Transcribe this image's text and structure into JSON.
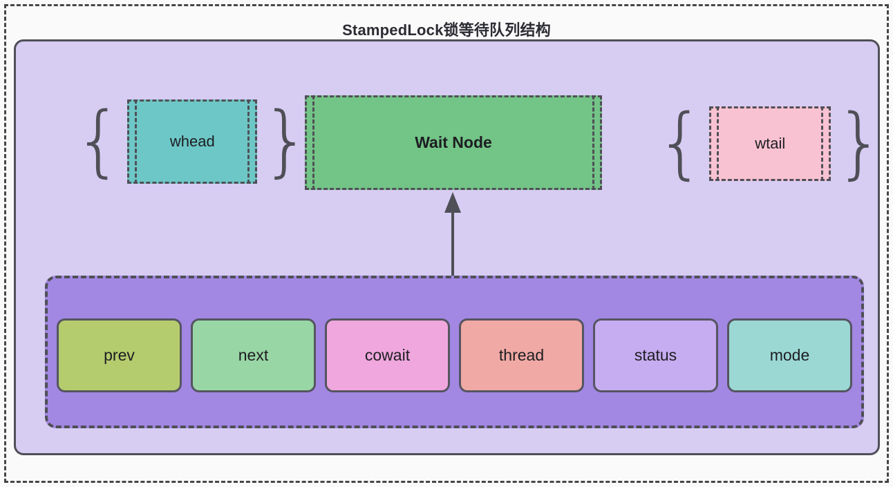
{
  "diagram": {
    "title": "StampedLock锁等待队列结构",
    "frame_style": "dashed",
    "panel_color": "#d7ccf2",
    "border_color": "#4f4f57"
  },
  "pointers": [
    {
      "name": "whead",
      "label": "whead",
      "color": "#6dc7c6",
      "brace_left": "{",
      "brace_right": "}"
    },
    {
      "name": "wtail",
      "label": "wtail",
      "color": "#f9c2d2",
      "brace_left": "{",
      "brace_right": "}"
    }
  ],
  "wait_node": {
    "label": "Wait Node",
    "color": "#73c487"
  },
  "arrow": {
    "name": "wait-node-arrow",
    "direction": "up",
    "color": "#4f4f57"
  },
  "node_container": {
    "color": "#a287e3",
    "fields": [
      {
        "label": "prev",
        "color": "#b5cc6e"
      },
      {
        "label": "next",
        "color": "#99d6a6"
      },
      {
        "label": "cowait",
        "color": "#efa7dd"
      },
      {
        "label": "thread",
        "color": "#f0a9a4"
      },
      {
        "label": "status",
        "color": "#c6acf0"
      },
      {
        "label": "mode",
        "color": "#9bd8d4"
      }
    ]
  }
}
